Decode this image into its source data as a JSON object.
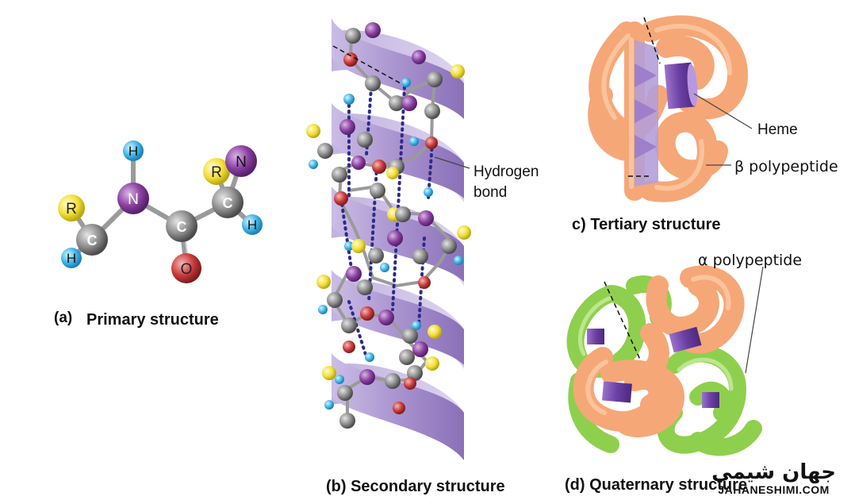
{
  "primary": {
    "letter": "(a)",
    "caption": "Primary structure",
    "atoms": {
      "r_left": "R",
      "h_top": "H",
      "n_mid": "N",
      "c_mid": "C",
      "o_mid": "O",
      "c_left": "C",
      "h_left": "H",
      "r_right": "R",
      "c_right": "C",
      "n_right": "N",
      "h_right": "H"
    }
  },
  "secondary": {
    "caption": "(b) Secondary structure",
    "hydrogen_bond_label_1": "Hydrogen",
    "hydrogen_bond_label_2": "bond"
  },
  "tertiary": {
    "caption": "c) Tertiary structure",
    "heme_label": "Heme",
    "beta_label": "β polypeptide"
  },
  "quaternary": {
    "caption": "(d) Quaternary structure",
    "alpha_label": "α polypeptide"
  },
  "watermark": {
    "persian": "جهان شیمی",
    "latin": "JAHANESHIMI.COM"
  },
  "colors": {
    "hydrogen": "#3fb5e8",
    "nitrogen": "#8a3fa0",
    "carbon": "#8c8c8c",
    "oxygen": "#c93a3a",
    "r_group": "#f2df3a",
    "ribbon": "#a993cf",
    "beta_chain": "#f6a777",
    "alpha_chain": "#8fcf4e",
    "heme": "#7a4fb0"
  }
}
